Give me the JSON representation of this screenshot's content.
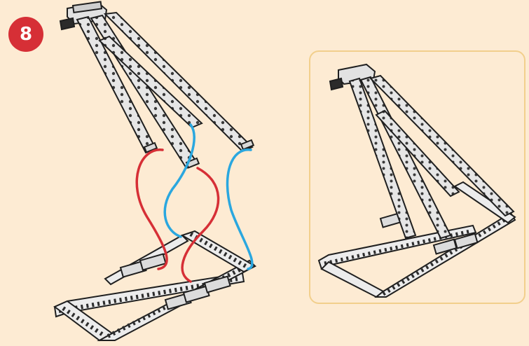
{
  "step": {
    "number": "8"
  },
  "colors": {
    "background": "#fdebd3",
    "badge": "#d62f36",
    "panel_border": "#f2cf8c",
    "wire_red": "#d62f36",
    "wire_blue": "#2aa7df",
    "beam_fill": "#e8e8e8",
    "beam_stroke": "#2a2a2a"
  },
  "icons": {
    "step_badge": "step-number-badge",
    "assembly_main": "exploded-frame-assembly",
    "assembly_result": "completed-frame-assembly"
  }
}
